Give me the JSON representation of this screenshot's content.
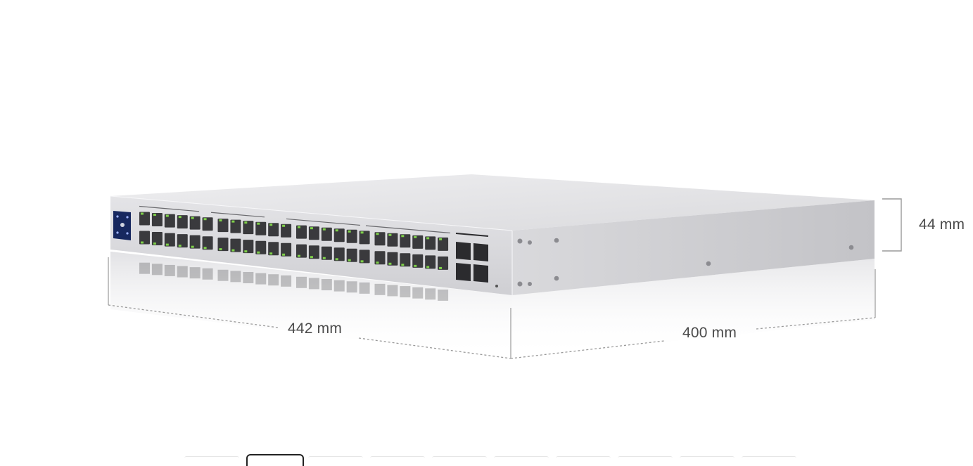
{
  "product_image": {
    "alt": "48-port managed switch with 4 SFP ports"
  },
  "dimensions": {
    "height_label": "44 mm",
    "width_label": "442 mm",
    "depth_label": "400 mm"
  },
  "gallery": {
    "thumbnail_count": 10,
    "active_index": 1
  },
  "colors": {
    "chassis_top": "#e9e9ec",
    "chassis_front": "#d4d4d8",
    "chassis_side": "#c9c9cd",
    "port_led": "#7fd14a",
    "display": "#1a2d6b",
    "dim_line": "#9a9a9a"
  }
}
